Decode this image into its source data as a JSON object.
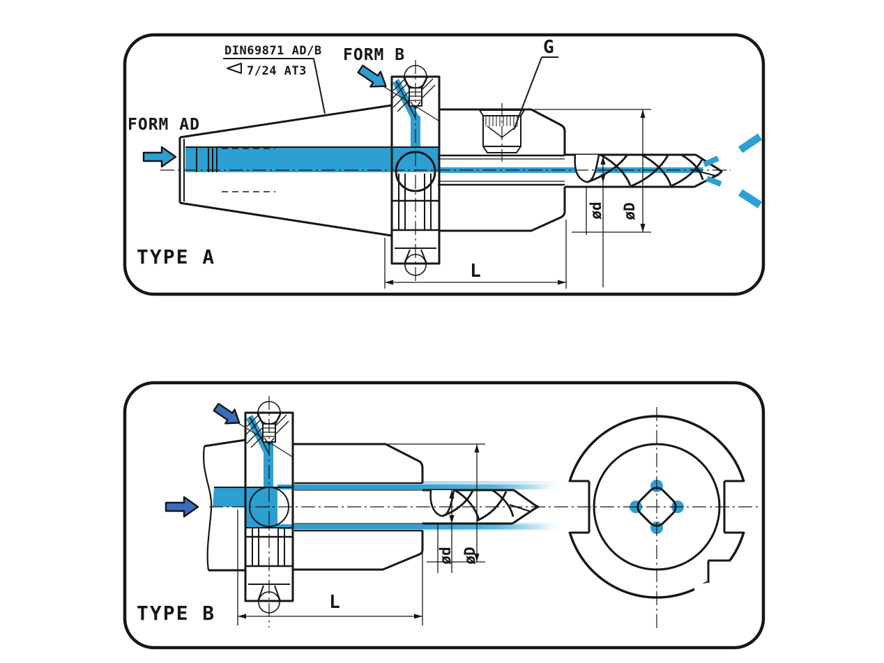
{
  "note": {
    "standard": "DIN69871 AD/B",
    "taper_spec": "7/24 AT3"
  },
  "type_a": {
    "title": "TYPE A",
    "label_form_ad": "FORM AD",
    "label_form_b": "FORM B",
    "label_thread": "G",
    "label_length": "L",
    "label_diameter_small": "ød",
    "label_diameter_large": "øD"
  },
  "type_b": {
    "title": "TYPE B",
    "label_length": "L",
    "label_diameter_small": "ød",
    "label_diameter_large": "øD"
  },
  "colors": {
    "coolant_fill": "#2d9fd2",
    "flow_arrow_fill": "#3b6cbf",
    "line_color": "#161616"
  }
}
